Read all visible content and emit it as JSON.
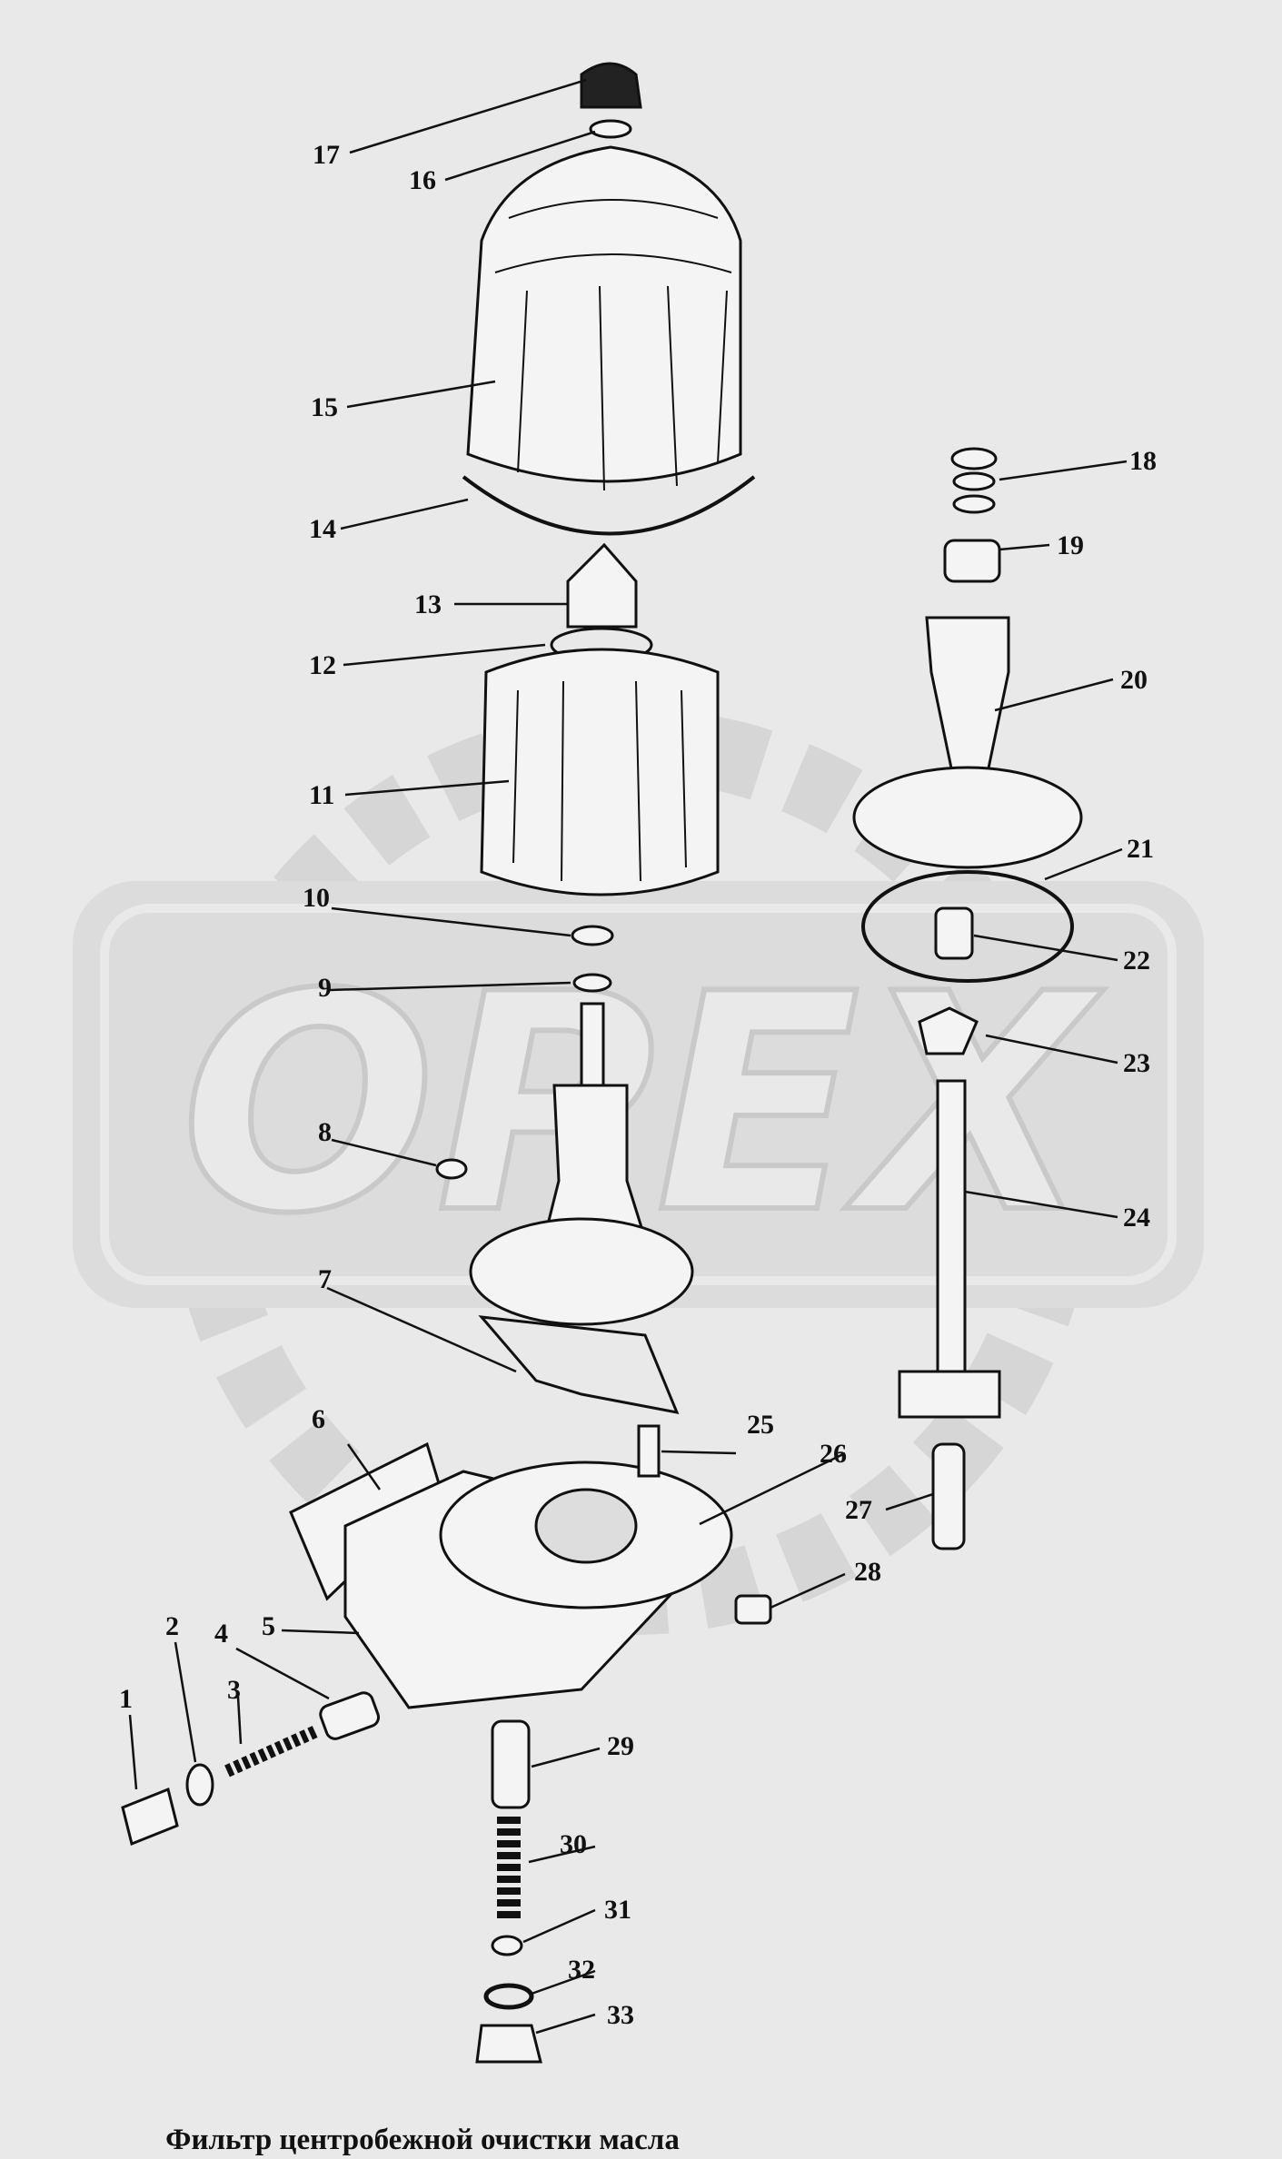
{
  "caption": "Фильтр центробежной очистки масла",
  "watermark": {
    "text": "OPEX",
    "color": "#cfcfcf"
  },
  "colors": {
    "background": "#e9e9e9",
    "ink": "#111111",
    "watermark": "#d2d2d2"
  },
  "labels": [
    "1",
    "2",
    "3",
    "4",
    "5",
    "6",
    "7",
    "8",
    "9",
    "10",
    "11",
    "12",
    "13",
    "14",
    "15",
    "16",
    "17",
    "18",
    "19",
    "20",
    "21",
    "22",
    "23",
    "24",
    "25",
    "26",
    "27",
    "28",
    "29",
    "30",
    "31",
    "32",
    "33"
  ]
}
